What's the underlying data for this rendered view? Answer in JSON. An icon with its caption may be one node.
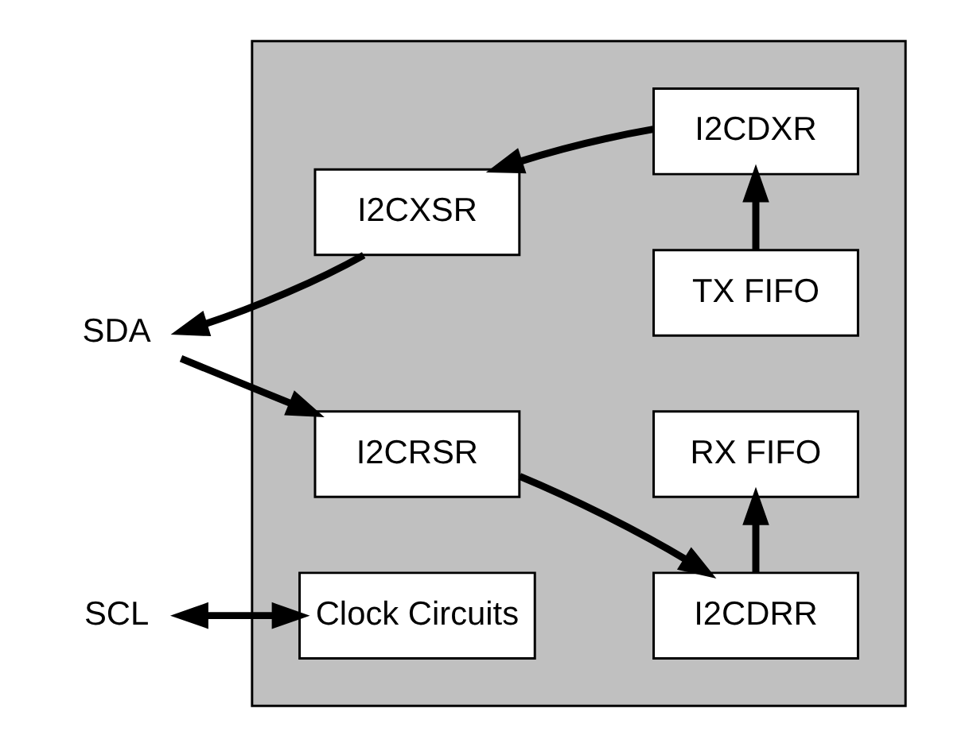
{
  "diagram": {
    "nodes": [
      {
        "text": [],
        "shape": "box"
      },
      {
        "text": [
          "I2CXSR"
        ],
        "in": 0
      },
      {
        "text": [
          "I2CDXR"
        ],
        "in": 0
      },
      {
        "text": [
          "TX FIFO"
        ],
        "in": 0
      },
      {
        "text": [
          "RX FIFO"
        ],
        "in": 0
      },
      {
        "text": [
          "I2CRSR"
        ],
        "in": 0
      },
      {
        "text": [
          "I2CDRR"
        ],
        "in": 0
      },
      {
        "text": [
          "Clock Circuits"
        ],
        "in": 0
      },
      {
        "text": [
          "SDA"
        ]
      },
      {
        "text": [
          "SCL"
        ]
      }
    ],
    "edges": [
      {
        "from": 2,
        "to": 1,
        "arrow": "to"
      },
      {
        "from": 3,
        "to": 2,
        "arrow": "to"
      },
      {
        "from": 1,
        "to": 8,
        "arrow": "to"
      },
      {
        "from": 8,
        "to": 5,
        "arrow": "to"
      },
      {
        "from": 5,
        "to": 6,
        "arrow": "to"
      },
      {
        "from": 6,
        "to": 4,
        "arrow": "to"
      },
      {
        "from": 9,
        "to": 7,
        "arrow": "both"
      }
    ]
  }
}
